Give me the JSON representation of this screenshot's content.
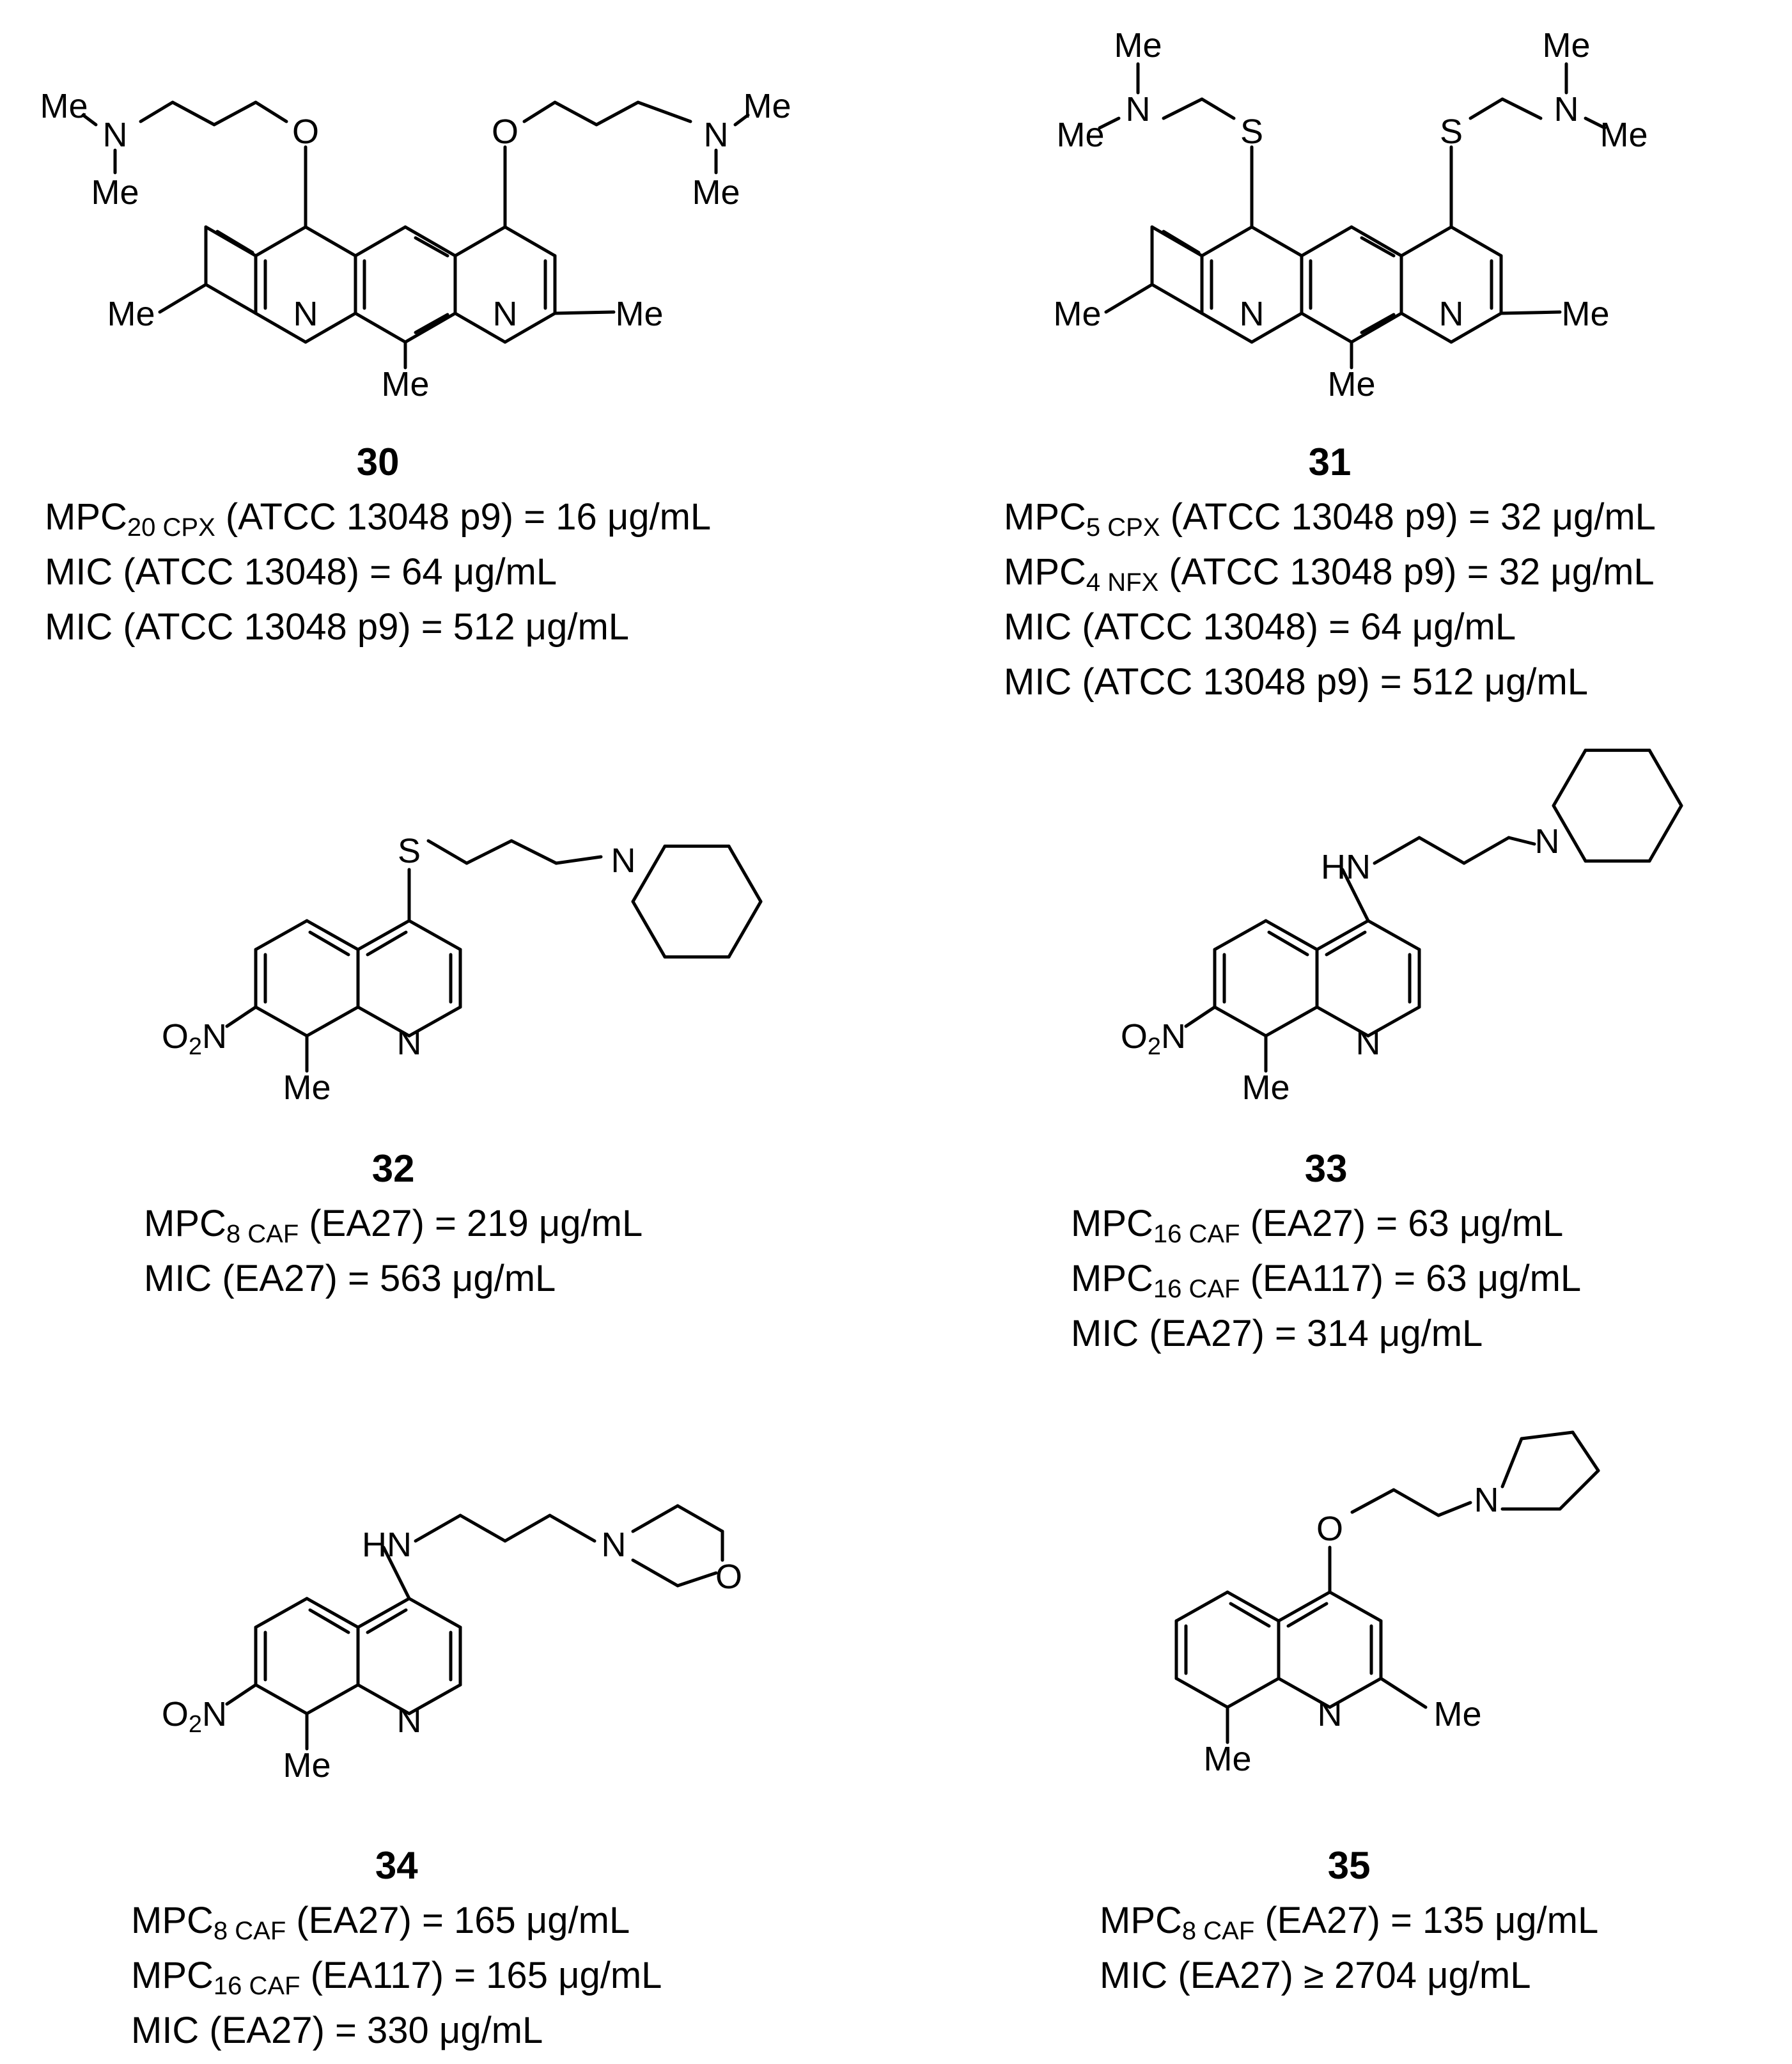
{
  "labels": {
    "me": "Me",
    "n": "N",
    "o": "O",
    "s": "S",
    "hn": "HN",
    "o2": "O",
    "two": "2"
  },
  "compounds": [
    {
      "number": "30",
      "lines": [
        {
          "prefix": "MPC",
          "sub": "20 CPX",
          "text": " (ATCC 13048 p9) = 16 μg/mL"
        },
        {
          "prefix": "",
          "sub": "",
          "text": "MIC (ATCC 13048) = 64 μg/mL"
        },
        {
          "prefix": "",
          "sub": "",
          "text": "MIC (ATCC 13048 p9) = 512 μg/mL"
        }
      ]
    },
    {
      "number": "31",
      "lines": [
        {
          "prefix": "MPC",
          "sub": "5 CPX",
          "text": " (ATCC 13048 p9) = 32 μg/mL"
        },
        {
          "prefix": "MPC",
          "sub": "4 NFX",
          "text": " (ATCC 13048 p9) = 32 μg/mL"
        },
        {
          "prefix": "",
          "sub": "",
          "text": "MIC (ATCC 13048) = 64 μg/mL"
        },
        {
          "prefix": "",
          "sub": "",
          "text": "MIC (ATCC 13048 p9) = 512 μg/mL"
        }
      ]
    },
    {
      "number": "32",
      "lines": [
        {
          "prefix": "MPC",
          "sub": "8 CAF",
          "text": " (EA27) = 219 μg/mL"
        },
        {
          "prefix": "",
          "sub": "",
          "text": "MIC (EA27) = 563 μg/mL"
        }
      ]
    },
    {
      "number": "33",
      "lines": [
        {
          "prefix": "MPC",
          "sub": "16 CAF",
          "text": " (EA27) = 63 μg/mL"
        },
        {
          "prefix": "MPC",
          "sub": "16 CAF",
          "text": " (EA117) = 63 μg/mL"
        },
        {
          "prefix": "",
          "sub": "",
          "text": "MIC (EA27) = 314 μg/mL"
        }
      ]
    },
    {
      "number": "34",
      "lines": [
        {
          "prefix": "MPC",
          "sub": "8 CAF",
          "text": " (EA27) = 165 μg/mL"
        },
        {
          "prefix": "MPC",
          "sub": "16 CAF",
          "text": " (EA117) = 165 μg/mL"
        },
        {
          "prefix": "",
          "sub": "",
          "text": "MIC (EA27) = 330 μg/mL"
        }
      ]
    },
    {
      "number": "35",
      "lines": [
        {
          "prefix": "MPC",
          "sub": "8 CAF",
          "text": " (EA27) = 135 μg/mL"
        },
        {
          "prefix": "",
          "sub": "",
          "text": "MIC (EA27) ≥ 2704 μg/mL"
        }
      ]
    }
  ]
}
